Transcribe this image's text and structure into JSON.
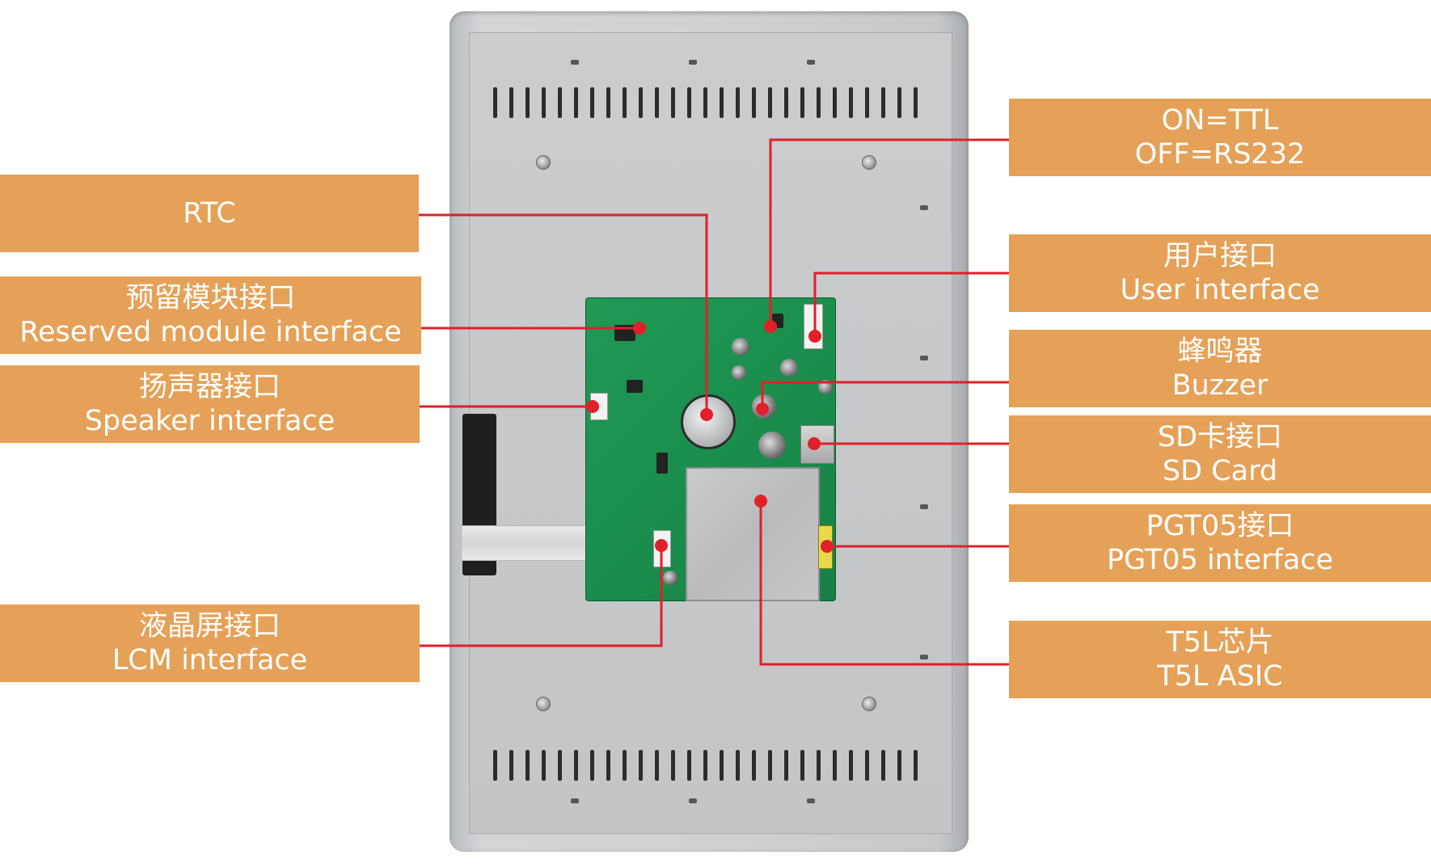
{
  "callouts": [
    {
      "id": "rtc",
      "lines": [
        "RTC"
      ]
    },
    {
      "id": "reserved-module",
      "lines": [
        "预留模块接口",
        "Reserved module interface"
      ]
    },
    {
      "id": "speaker",
      "lines": [
        "扬声器接口",
        "Speaker interface"
      ]
    },
    {
      "id": "lcm",
      "lines": [
        "液晶屏接口",
        "LCM interface"
      ]
    },
    {
      "id": "ttl-rs232",
      "lines": [
        "ON=TTL",
        "OFF=RS232"
      ]
    },
    {
      "id": "user-interface",
      "lines": [
        "用户接口",
        "User interface"
      ]
    },
    {
      "id": "buzzer",
      "lines": [
        "蜂鸣器",
        "Buzzer"
      ]
    },
    {
      "id": "sd-card",
      "lines": [
        "SD卡接口",
        "SD Card"
      ]
    },
    {
      "id": "pgt05",
      "lines": [
        "PGT05接口",
        "PGT05 interface"
      ]
    },
    {
      "id": "t5l",
      "lines": [
        "T5L芯片",
        "T5L ASIC"
      ]
    }
  ],
  "colors": {
    "label_bg": "#e5a158",
    "label_text": "#ffffff",
    "leader_line": "#e0202a",
    "pcb": "#1a8c4c",
    "housing": "#c9cbcd"
  }
}
